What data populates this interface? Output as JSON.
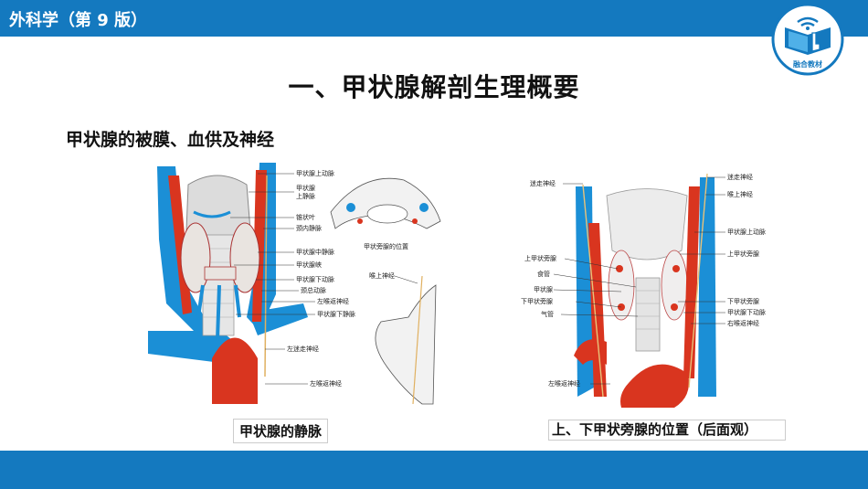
{
  "header": {
    "book_title": "外科学（第 9 版）",
    "logo_text": "融合教材",
    "colors": {
      "bar": "#1479bf",
      "artery": "#d9351f",
      "vein": "#1b8fd6"
    }
  },
  "slide": {
    "title": "一、甲状腺解剖生理概要",
    "subtitle": "甲状腺的被膜、血供及神经"
  },
  "figure_left": {
    "caption": "甲状腺的静脉",
    "labels": [
      "甲状腺上动脉",
      "甲状腺",
      "上静脉",
      "锥状叶",
      "颈内静脉",
      "甲状腺中静脉",
      "甲状腺峡",
      "甲状腺下动脉",
      "颈总动脉",
      "左喉返神经",
      "甲状腺下静脉",
      "左迷走神经",
      "左喉返神经"
    ],
    "inset_labels": [
      "甲状旁腺的位置",
      "喉上神经"
    ]
  },
  "figure_right": {
    "caption": "上、下甲状旁腺的位置（后面观）",
    "left_labels": [
      "迷走神经",
      "上甲状旁腺",
      "食管",
      "甲状腺",
      "下甲状旁腺",
      "气管",
      "左喉返神经"
    ],
    "right_labels": [
      "迷走神经",
      "喉上神经",
      "甲状腺上动脉",
      "上甲状旁腺",
      "下甲状旁腺",
      "甲状腺下动脉",
      "右喉返神经"
    ]
  }
}
